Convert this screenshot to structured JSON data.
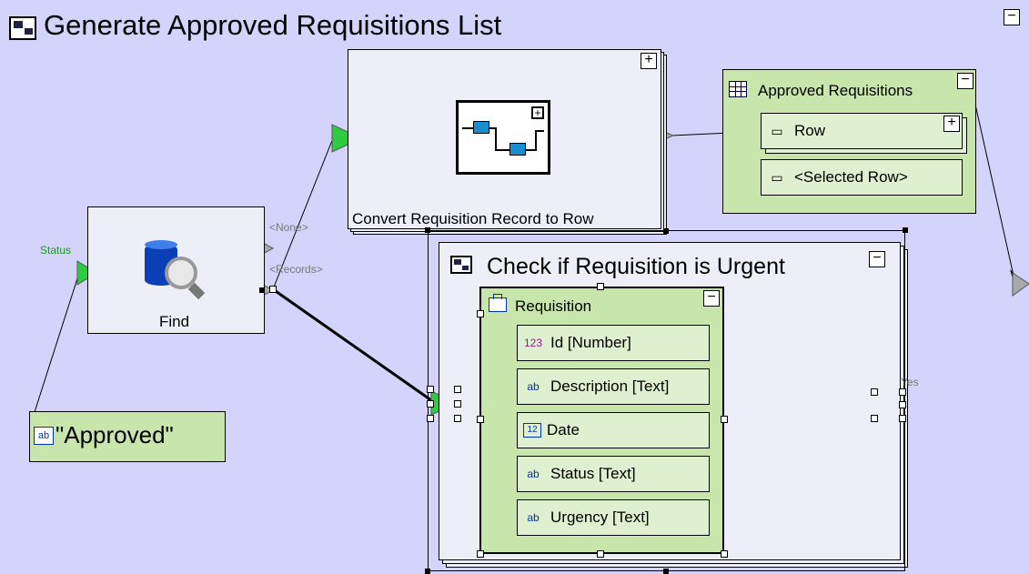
{
  "diagram": {
    "title": "Generate Approved Requisitions List",
    "collapse_symbol": "−",
    "expand_symbol": "+",
    "convert_step": {
      "label": "Convert Requisition Record to Row"
    },
    "find_step": {
      "label": "Find",
      "input_port": "Status",
      "output_none": "<None>",
      "output_records": "<Records>"
    },
    "approved_constant": {
      "value": "\"Approved\""
    },
    "approved_requisitions": {
      "title": "Approved Requisitions",
      "rows": [
        {
          "label": "Row",
          "icon": "row-icon"
        },
        {
          "label": "<Selected Row>",
          "icon": "row-icon"
        }
      ]
    },
    "urgent_check": {
      "title": "Check if Requisition is Urgent",
      "yes_port": "Yes"
    },
    "requisition": {
      "title": "Requisition",
      "fields": [
        {
          "label": "Id [Number]",
          "icon": "123"
        },
        {
          "label": "Description [Text]",
          "icon": "ab"
        },
        {
          "label": "Date",
          "icon": "12"
        },
        {
          "label": "Status [Text]",
          "icon": "ab"
        },
        {
          "label": "Urgency [Text]",
          "icon": "ab"
        }
      ]
    },
    "colors": {
      "canvas": "#d3d3fb",
      "green_block": "#c8e6ab",
      "green_port": "#2ecc40",
      "gray_port": "#a9a9a9"
    }
  }
}
